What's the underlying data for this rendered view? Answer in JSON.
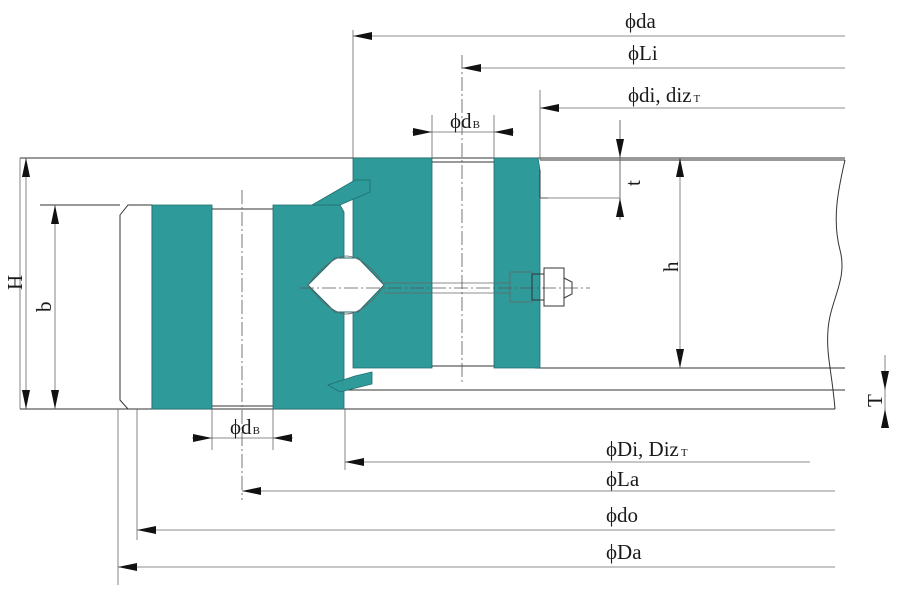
{
  "colors": {
    "ring": "#2f9a9a",
    "ring_edge": "#1f6e6e",
    "line": "#333333",
    "arrow": "#111111"
  },
  "labels": {
    "da": "ϕda",
    "Li": "ϕLi",
    "di_main": "ϕdi, diz",
    "di_sub": "T",
    "dB_top_main": "ϕd",
    "dB_top_sub": "B",
    "t": "t",
    "h": "h",
    "H": "H",
    "b": "b",
    "T": "T",
    "dB_bot_main": "ϕd",
    "dB_bot_sub": "B",
    "Di_main": "ϕDi, Diz",
    "Di_sub": "T",
    "La": "ϕLa",
    "do": "ϕdo",
    "Da": "ϕDa"
  }
}
